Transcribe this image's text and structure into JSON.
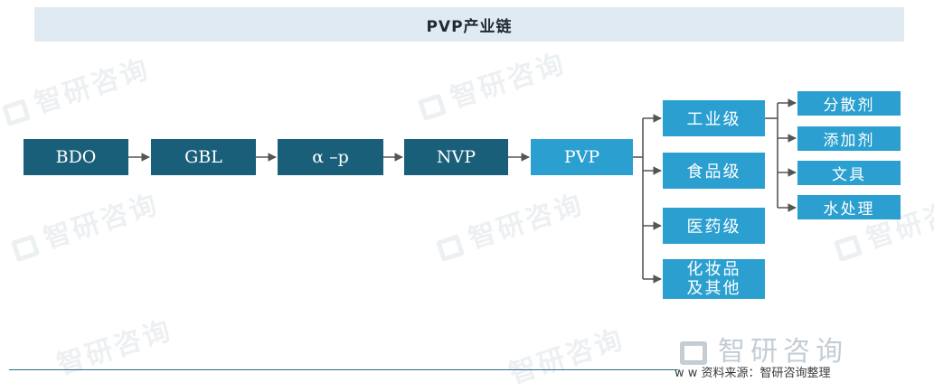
{
  "title": "PVP产业链",
  "chain": [
    "BDO",
    "GBL",
    "α –p",
    "NVP",
    "PVP"
  ],
  "grades": [
    "工业级",
    "食品级",
    "医药级",
    "化妆品及其他"
  ],
  "applications": [
    "分散剂",
    "添加剂",
    "文具",
    "水处理"
  ],
  "watermark": "智研咨询",
  "footer": {
    "brand": "智研咨询",
    "source": "w w 资料来源：智研咨询整理"
  },
  "colors": {
    "dark_box": "#1a5f7a",
    "light_box": "#2a9fd0",
    "title_bg": "#dfeaf3"
  }
}
